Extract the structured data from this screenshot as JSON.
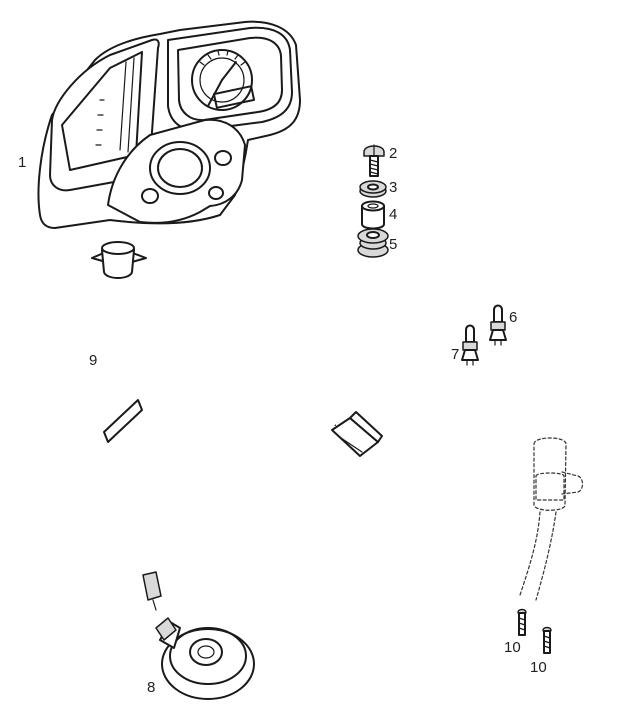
{
  "parts": [
    {
      "id": "instrument-cluster",
      "callout": "1"
    },
    {
      "id": "screw",
      "callout": "2"
    },
    {
      "id": "washer",
      "callout": "3"
    },
    {
      "id": "spacer-collar",
      "callout": "4"
    },
    {
      "id": "rubber-grommet",
      "callout": "5"
    },
    {
      "id": "indicator-bulb-a",
      "callout": "6"
    },
    {
      "id": "indicator-bulb-b",
      "callout": "7"
    },
    {
      "id": "speedometer-gearbox",
      "callout": "8"
    },
    {
      "id": "speedometer-cable",
      "callout": "9"
    },
    {
      "id": "bolt-a",
      "callout": "10"
    },
    {
      "id": "bolt-b",
      "callout": "10"
    }
  ]
}
